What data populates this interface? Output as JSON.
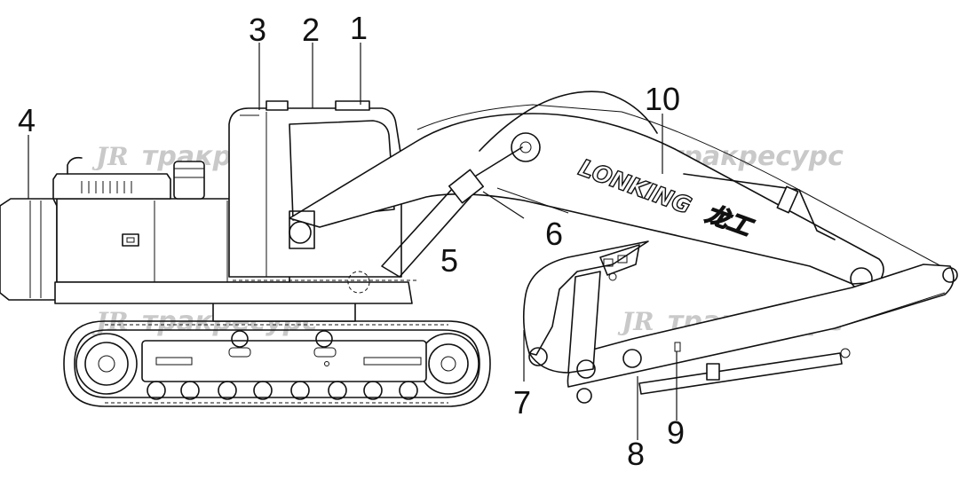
{
  "diagram": {
    "brand_text": "LONKING",
    "brand_cn": "龙工",
    "watermarks": [
      {
        "logo": "JR",
        "text": "тракресурс"
      },
      {
        "logo": "JR",
        "text": "тракресурс"
      },
      {
        "logo": "JR",
        "text": "тракресурс"
      },
      {
        "logo": "JR",
        "text": "тракресурс"
      }
    ],
    "callouts": [
      {
        "label": "1"
      },
      {
        "label": "2"
      },
      {
        "label": "3"
      },
      {
        "label": "4"
      },
      {
        "label": "5"
      },
      {
        "label": "6"
      },
      {
        "label": "7"
      },
      {
        "label": "8"
      },
      {
        "label": "9"
      },
      {
        "label": "10"
      }
    ]
  }
}
